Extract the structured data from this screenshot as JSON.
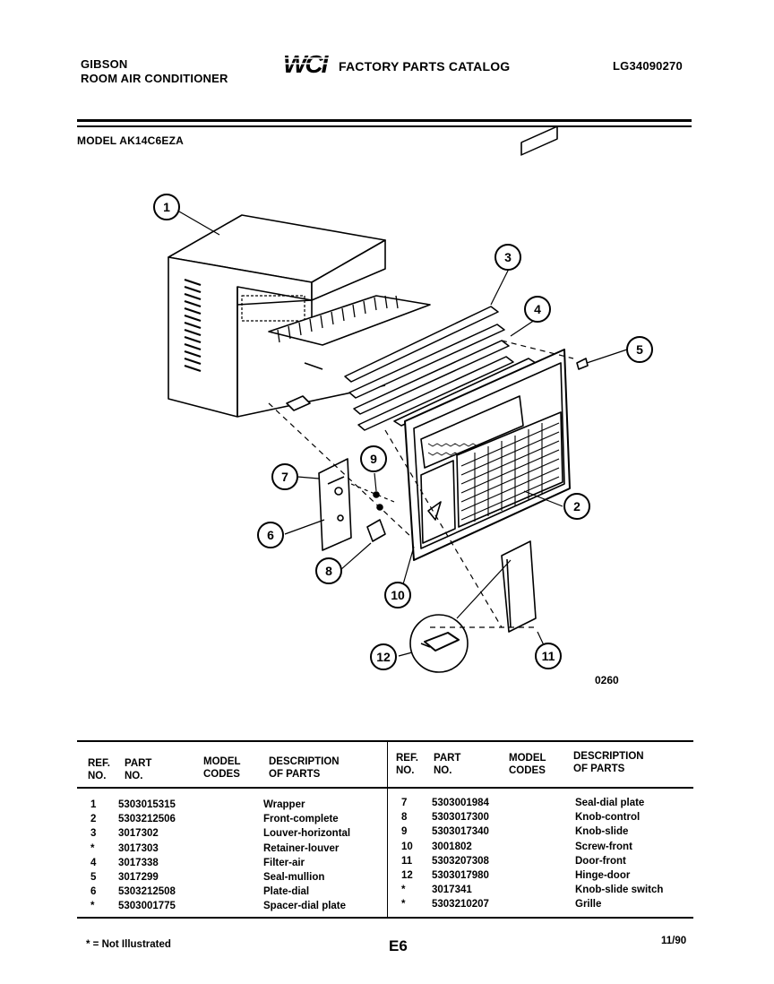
{
  "header": {
    "brand_line1": "GIBSON",
    "brand_line2": "ROOM AIR CONDITIONER",
    "logo_text": "WCI",
    "catalog_title": "FACTORY PARTS CATALOG",
    "catalog_code": "LG34090270",
    "model": "MODEL AK14C6EZA"
  },
  "diagram": {
    "callouts": [
      "1",
      "2",
      "3",
      "4",
      "5",
      "6",
      "7",
      "8",
      "9",
      "10",
      "11",
      "12"
    ],
    "figure_code": "0260"
  },
  "table": {
    "headers": {
      "ref_l1": "REF.",
      "ref_l2": "NO.",
      "part_l1": "PART",
      "part_l2": "NO.",
      "model_l1": "MODEL",
      "model_l2": "CODES",
      "desc_l1": "DESCRIPTION",
      "desc_l2": "OF PARTS"
    },
    "left_rows": [
      {
        "ref": "1",
        "part": "5303015315",
        "desc": "Wrapper"
      },
      {
        "ref": "2",
        "part": "5303212506",
        "desc": "Front-complete"
      },
      {
        "ref": "3",
        "part": "3017302",
        "desc": "Louver-horizontal"
      },
      {
        "ref": "*",
        "part": "3017303",
        "desc": "Retainer-louver"
      },
      {
        "ref": "4",
        "part": "3017338",
        "desc": "Filter-air"
      },
      {
        "ref": "5",
        "part": "3017299",
        "desc": "Seal-mullion"
      },
      {
        "ref": "6",
        "part": "5303212508",
        "desc": "Plate-dial"
      },
      {
        "ref": "*",
        "part": "5303001775",
        "desc": "Spacer-dial plate"
      }
    ],
    "right_rows": [
      {
        "ref": "7",
        "part": "5303001984",
        "desc": "Seal-dial plate"
      },
      {
        "ref": "8",
        "part": "5303017300",
        "desc": "Knob-control"
      },
      {
        "ref": "9",
        "part": "5303017340",
        "desc": "Knob-slide"
      },
      {
        "ref": "10",
        "part": "3001802",
        "desc": "Screw-front"
      },
      {
        "ref": "11",
        "part": "5303207308",
        "desc": "Door-front"
      },
      {
        "ref": "12",
        "part": "5303017980",
        "desc": "Hinge-door"
      },
      {
        "ref": "*",
        "part": "3017341",
        "desc": "Knob-slide switch"
      },
      {
        "ref": "*",
        "part": "5303210207",
        "desc": "Grille"
      }
    ]
  },
  "footer": {
    "note": "* = Not Illustrated",
    "page": "E6",
    "date": "11/90"
  }
}
